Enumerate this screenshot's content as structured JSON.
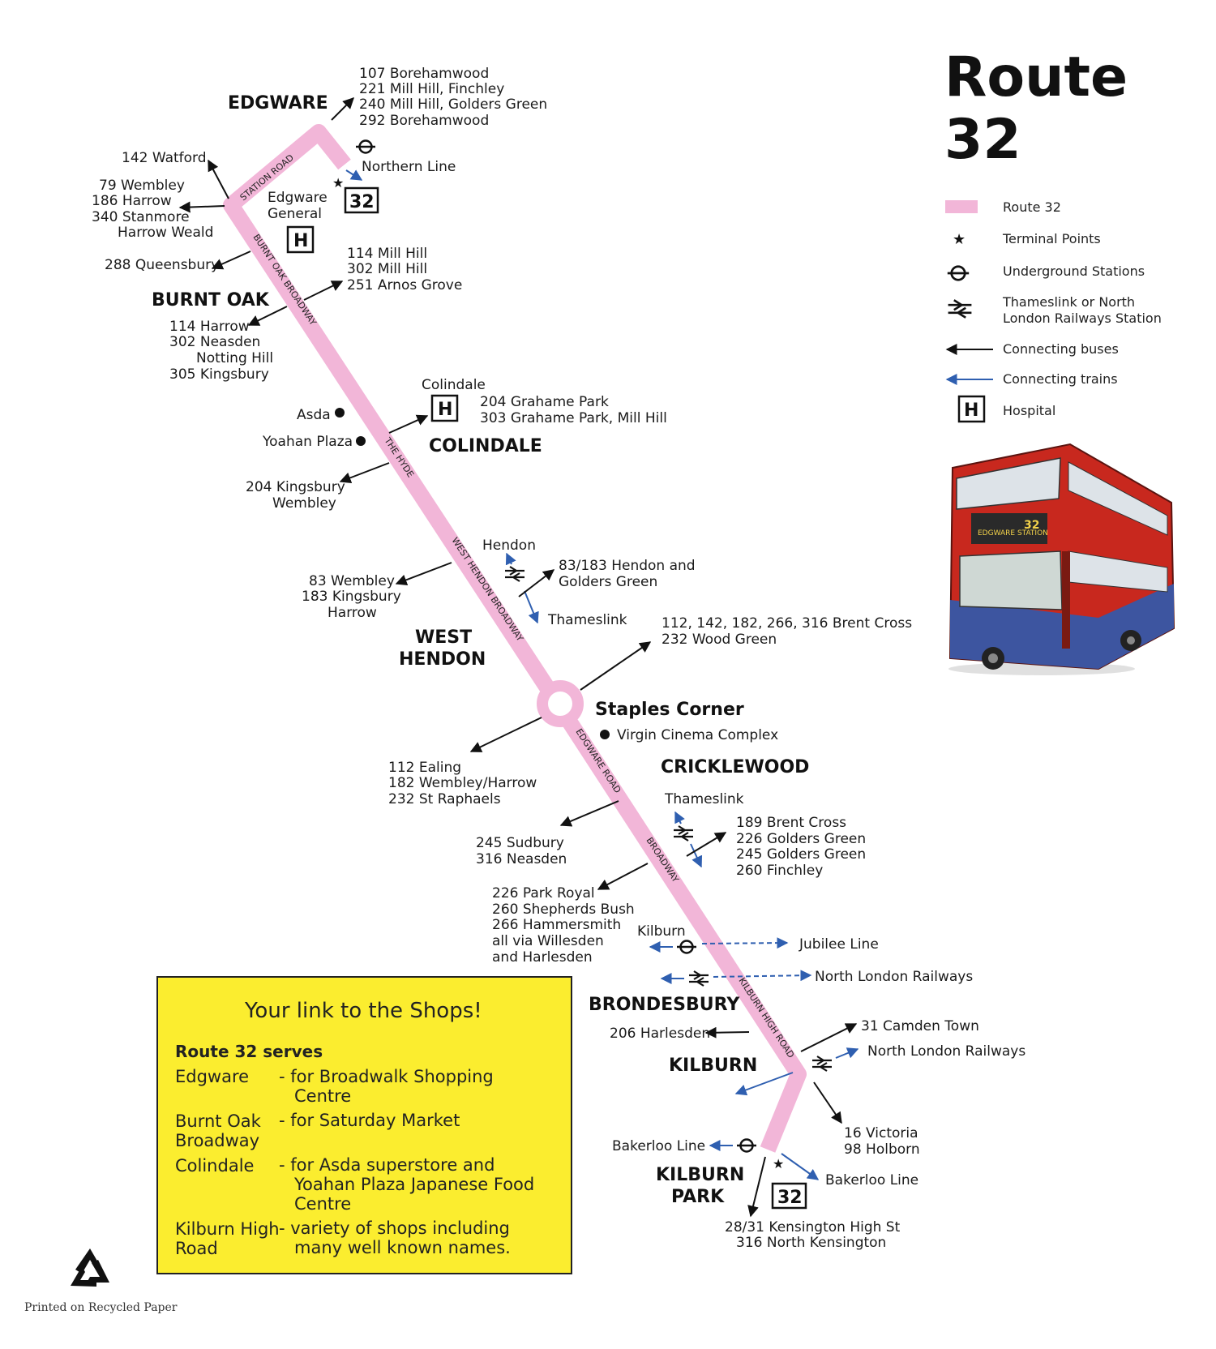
{
  "title": {
    "line1": "Route",
    "line2": "32"
  },
  "legend": {
    "route": "Route 32",
    "terminal": "Terminal Points",
    "underground": "Underground Stations",
    "rail_1": "Thameslink or North",
    "rail_2": "London Railways Station",
    "buses": "Connecting buses",
    "trains": "Connecting trains",
    "hospital": "Hospital"
  },
  "colors": {
    "route": "#f2b6d8",
    "bus_arrow": "#111111",
    "train_arrow": "#2f5fb0",
    "shop_box": "#fbed2f",
    "bus_red": "#c8281e",
    "bus_blue": "#3d55a0"
  },
  "icons": [
    "star-icon",
    "underground-roundel-icon",
    "rail-double-arrow-icon",
    "hospital-h-icon",
    "route-number-box-icon",
    "recycle-icon",
    "bus-icon"
  ],
  "route_box_number": "32",
  "bus_destination": "EDGWARE STATION",
  "hospital_letter": "H",
  "areas": {
    "edgware": "EDGWARE",
    "burnt_oak": "BURNT OAK",
    "colindale": "COLINDALE",
    "west_hendon_1": "WEST",
    "west_hendon_2": "HENDON",
    "staples": "Staples Corner",
    "cricklewood": "CRICKLEWOOD",
    "brondesbury": "BRONDESBURY",
    "kilburn": "KILBURN",
    "kilburn_park_1": "KILBURN",
    "kilburn_park_2": "PARK"
  },
  "streets": {
    "station_road": "STATION ROAD",
    "burnt_oak_broadway": "BURNT OAK BROADWAY",
    "the_hyde": "THE HYDE",
    "west_hendon_broadway": "WEST HENDON BROADWAY",
    "edgware_road": "EDGWARE ROAD",
    "broadway": "BROADWAY",
    "kilburn_high_road": "KILBURN HIGH ROAD"
  },
  "labels": {
    "edgware_buses": [
      "107 Borehamwood",
      "221 Mill Hill, Finchley",
      "240 Mill Hill, Golders Green",
      "292 Borehamwood"
    ],
    "northern_line": "Northern Line",
    "watford": "142 Watford",
    "west_buses": [
      "79 Wembley",
      "186 Harrow",
      "340 Stanmore",
      "Harrow Weald"
    ],
    "edgware_general": [
      "Edgware",
      "General"
    ],
    "queensbury": "288 Queensbury",
    "burnt_oak_east": [
      "114 Mill Hill",
      "302 Mill Hill",
      "251 Arnos Grove"
    ],
    "burnt_oak_west": [
      "114 Harrow",
      "302 Neasden",
      "Notting Hill",
      "305 Kingsbury"
    ],
    "colindale_hosp": "Colindale",
    "colindale_east": [
      "204 Grahame Park",
      "303 Grahame Park, Mill Hill"
    ],
    "asda": "Asda",
    "yoahan": "Yoahan Plaza",
    "kingsbury": [
      "204 Kingsbury",
      "Wembley"
    ],
    "hendon": "Hendon",
    "hendon_east": [
      "83/183 Hendon and",
      "Golders Green"
    ],
    "hendon_thameslink": "Thameslink",
    "hendon_west": [
      "83 Wembley",
      "183 Kingsbury",
      "Harrow"
    ],
    "brent_cross": [
      "112, 142, 182, 266, 316 Brent Cross",
      "232 Wood Green"
    ],
    "virgin": "Virgin Cinema Complex",
    "ealing": [
      "112 Ealing",
      "182 Wembley/Harrow",
      "232 St Raphaels"
    ],
    "crick_thameslink": "Thameslink",
    "crick_east": [
      "189 Brent Cross",
      "226 Golders Green",
      "245 Golders Green",
      "260 Finchley"
    ],
    "sudbury": [
      "245 Sudbury",
      "316 Neasden"
    ],
    "park_royal": [
      "226 Park Royal",
      "260 Shepherds Bush",
      "266 Hammersmith",
      "all via Willesden",
      "and Harlesden"
    ],
    "kilburn_stn": "Kilburn",
    "jubilee": "Jubilee Line",
    "nlr_1": "North London Railways",
    "harlesden": "206 Harlesden",
    "camden": "31 Camden Town",
    "nlr_2": "North London Railways",
    "victoria": [
      "16 Victoria",
      "98 Holborn"
    ],
    "bakerloo_w": "Bakerloo Line",
    "bakerloo_e": "Bakerloo Line",
    "kensington": [
      "28/31 Kensington High St",
      "316 North Kensington"
    ]
  },
  "shops": {
    "heading": "Your link to the Shops!",
    "subheading": "Route 32 serves",
    "rows": [
      {
        "place": [
          "Edgware"
        ],
        "desc": [
          "- for Broadwalk Shopping",
          "Centre"
        ]
      },
      {
        "place": [
          "Burnt Oak",
          "Broadway"
        ],
        "desc": [
          "- for Saturday Market"
        ]
      },
      {
        "place": [
          "Colindale"
        ],
        "desc": [
          "- for Asda superstore and",
          "Yoahan Plaza Japanese Food",
          "Centre"
        ]
      },
      {
        "place": [
          "Kilburn High",
          "Road"
        ],
        "desc": [
          "- variety of shops including",
          "many well known names."
        ]
      }
    ]
  },
  "recycled": "Printed on Recycled Paper"
}
